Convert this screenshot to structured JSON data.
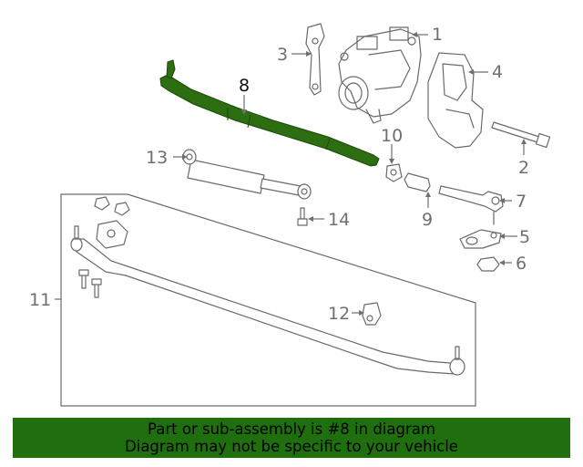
{
  "callouts": {
    "c1": "1",
    "c2": "2",
    "c3": "3",
    "c4": "4",
    "c5": "5",
    "c6": "6",
    "c7": "7",
    "c8": "8",
    "c9": "9",
    "c10": "10",
    "c11": "11",
    "c12": "12",
    "c13": "13",
    "c14": "14"
  },
  "highlighted_part": "8",
  "colors": {
    "highlight": "#2d6e12",
    "banner": "#1f6f0f",
    "line_art": "#6a6a6a"
  },
  "banner": {
    "line1": "Part or sub-assembly is #8 in diagram",
    "line2": "Diagram may not be specific to your vehicle"
  }
}
